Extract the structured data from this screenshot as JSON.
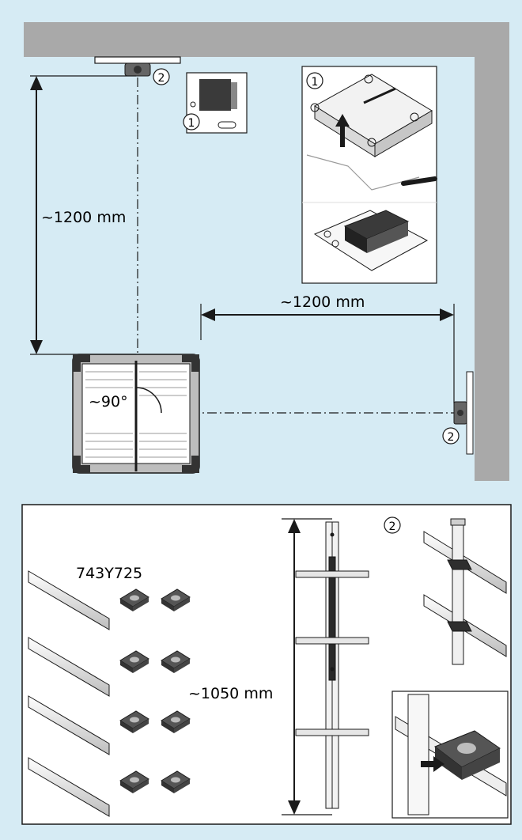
{
  "colors": {
    "background": "#d6ebf4",
    "wall": "#a9a9a9",
    "line": "#1a1a1a",
    "panel": "#ffffff"
  },
  "top": {
    "dimension_vertical": "~1200 mm",
    "dimension_horizontal": "~1200 mm",
    "angle": "~90°",
    "callout_1": "1",
    "callout_1_inset": "1",
    "callout_2_top": "2",
    "callout_2_side": "2"
  },
  "bottom": {
    "part_number": "743Y725",
    "dimension_height": "~1050 mm",
    "callout_2": "2"
  },
  "icons": [
    "up-arrow-icon",
    "push-arrow-icon"
  ]
}
